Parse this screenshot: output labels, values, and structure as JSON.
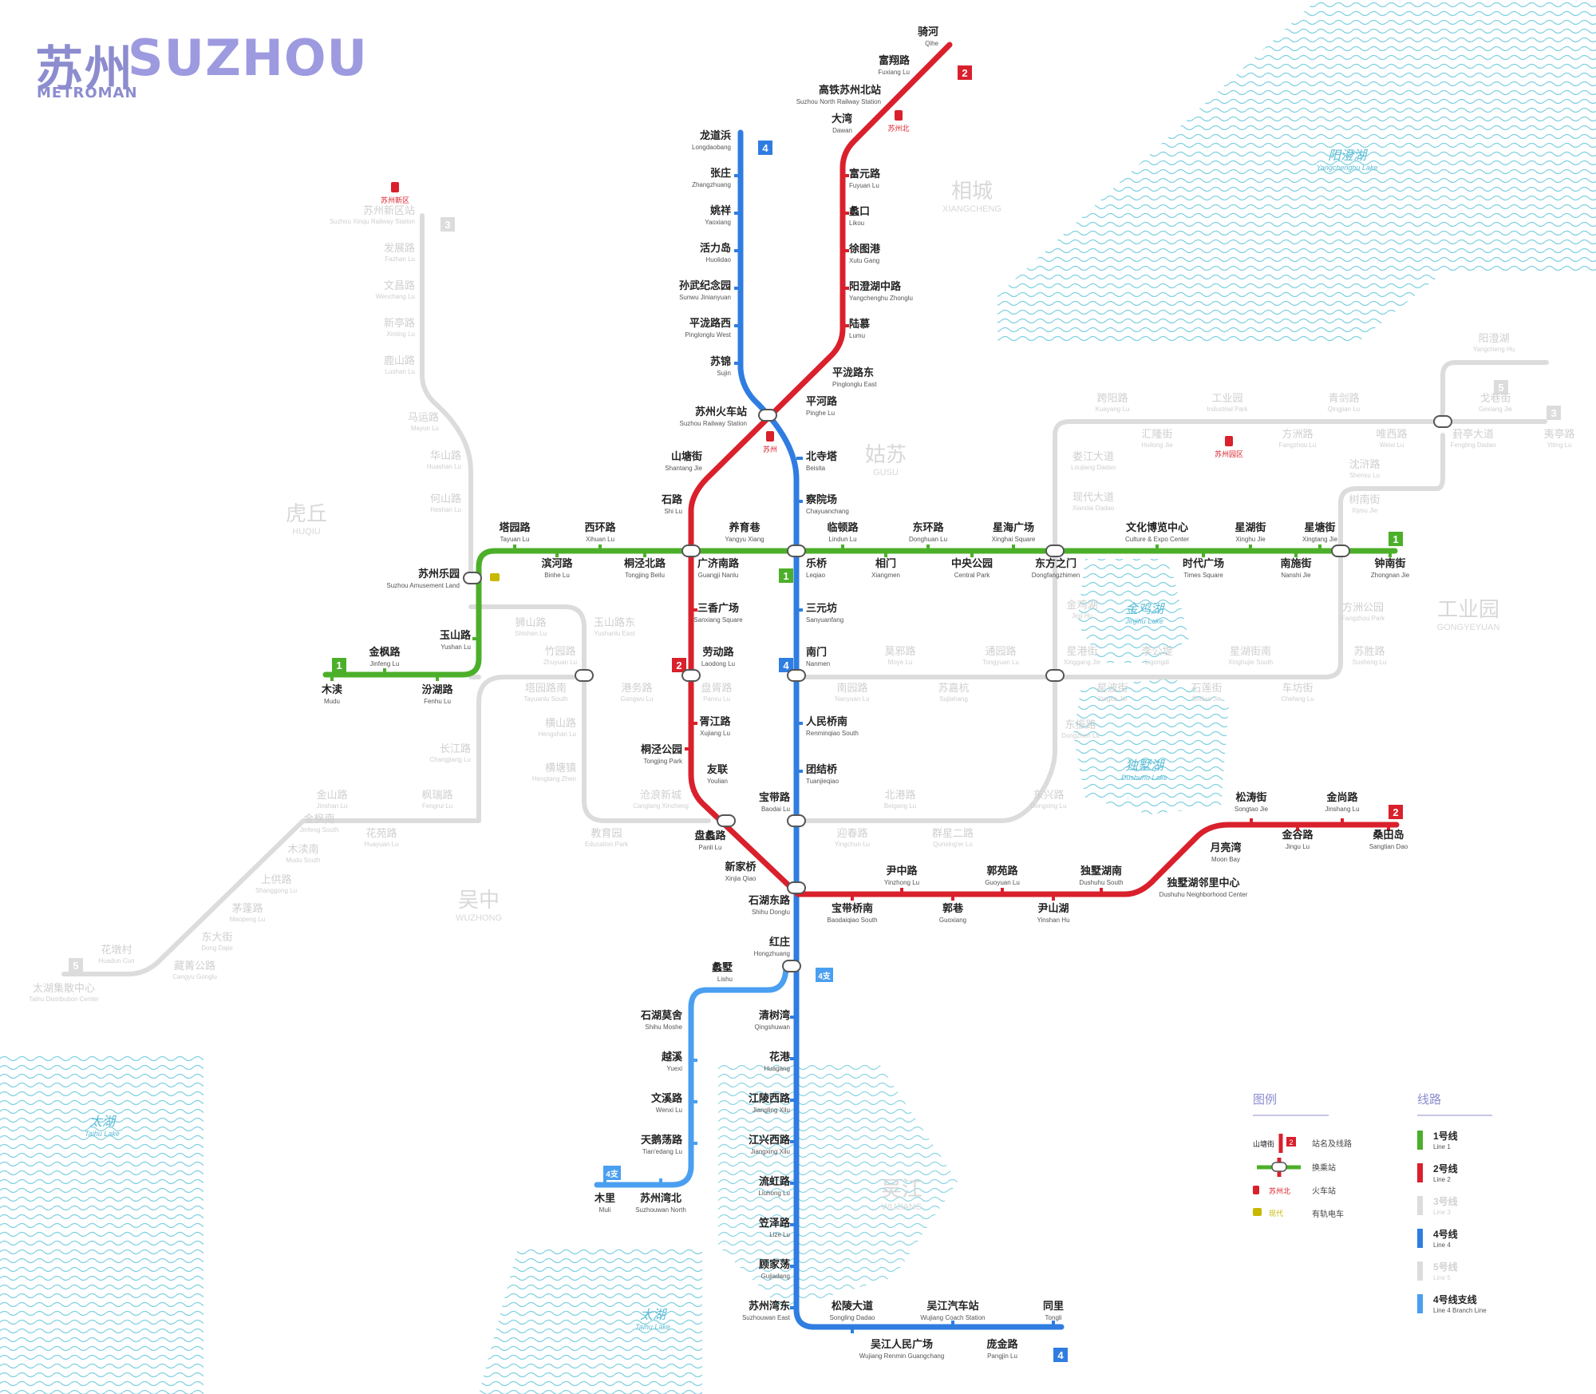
{
  "header": {
    "title_cn": "苏州",
    "title_en": "SUZHOU",
    "subtitle": "METROMAN"
  },
  "colors": {
    "line1": "#4caf2a",
    "line2": "#d9202c",
    "line3": "#dcdcdc",
    "line4": "#2f7de1",
    "line4b": "#4a9ff0",
    "line5": "#dcdcdc",
    "water": "#7fd0e0",
    "district": "#d8d8d8",
    "legend_title": "#8c8ccf"
  },
  "lines": [
    {
      "id": "1",
      "color": "#4caf2a",
      "badges": [
        "1",
        "1",
        "1"
      ]
    },
    {
      "id": "2",
      "color": "#d9202c",
      "badges": [
        "2",
        "2",
        "2"
      ]
    },
    {
      "id": "3",
      "color": "#dcdcdc",
      "badges": [
        "3",
        "3"
      ]
    },
    {
      "id": "4",
      "color": "#2f7de1",
      "badges": [
        "4",
        "4",
        "4"
      ]
    },
    {
      "id": "4支",
      "color": "#4a9ff0",
      "badges": [
        "4支",
        "4支"
      ]
    },
    {
      "id": "5",
      "color": "#dcdcdc",
      "badges": [
        "5",
        "5"
      ]
    }
  ],
  "stations": [
    {
      "cn": "骑河",
      "en": "Qihe"
    },
    {
      "cn": "富翔路",
      "en": "Fuxiang Lu"
    },
    {
      "cn": "高铁苏州北站",
      "en": "Suzhou North Railway Station"
    },
    {
      "cn": "大湾",
      "en": "Dawan"
    },
    {
      "cn": "富元路",
      "en": "Fuyuan Lu"
    },
    {
      "cn": "蠡口",
      "en": "Likou"
    },
    {
      "cn": "徐图港",
      "en": "Xutu Gang"
    },
    {
      "cn": "阳澄湖中路",
      "en": "Yangchenghu Zhonglu"
    },
    {
      "cn": "陆慕",
      "en": "Lumu"
    },
    {
      "cn": "平泷路东",
      "en": "Pinglonglu East"
    },
    {
      "cn": "平河路",
      "en": "Pinghe Lu"
    },
    {
      "cn": "龙道浜",
      "en": "Longdaobang"
    },
    {
      "cn": "张庄",
      "en": "Zhangzhuang"
    },
    {
      "cn": "姚祥",
      "en": "Yaoxiang"
    },
    {
      "cn": "活力岛",
      "en": "Huolidao"
    },
    {
      "cn": "孙武纪念园",
      "en": "Sunwu Jinianyuan"
    },
    {
      "cn": "平泷路西",
      "en": "Pinglonglu West"
    },
    {
      "cn": "苏锦",
      "en": "Sujin"
    },
    {
      "cn": "苏州火车站",
      "en": "Suzhou Railway Station"
    },
    {
      "cn": "北寺塔",
      "en": "Beisita"
    },
    {
      "cn": "察院场",
      "en": "Chayuanchang"
    },
    {
      "cn": "山塘街",
      "en": "Shantang Jie"
    },
    {
      "cn": "石路",
      "en": "Shi Lu"
    },
    {
      "cn": "塔园路",
      "en": "Tayuan Lu"
    },
    {
      "cn": "西环路",
      "en": "Xihuan Lu"
    },
    {
      "cn": "养育巷",
      "en": "Yangyu Xiang"
    },
    {
      "cn": "临顿路",
      "en": "Lindun Lu"
    },
    {
      "cn": "东环路",
      "en": "Donghuan Lu"
    },
    {
      "cn": "星海广场",
      "en": "Xinghai Square"
    },
    {
      "cn": "文化博览中心",
      "en": "Culture & Expo Center"
    },
    {
      "cn": "星湖街",
      "en": "Xinghu Jie"
    },
    {
      "cn": "星塘街",
      "en": "Xingtang Jie"
    },
    {
      "cn": "苏州乐园",
      "en": "Suzhou Amusement Land"
    },
    {
      "cn": "滨河路",
      "en": "Binhe Lu"
    },
    {
      "cn": "桐泾北路",
      "en": "Tongjing Beilu"
    },
    {
      "cn": "广济南路",
      "en": "Guangji Nanlu"
    },
    {
      "cn": "乐桥",
      "en": "Leqiao"
    },
    {
      "cn": "相门",
      "en": "Xiangmen"
    },
    {
      "cn": "中央公园",
      "en": "Central Park"
    },
    {
      "cn": "东方之门",
      "en": "Dongfangzhimen"
    },
    {
      "cn": "时代广场",
      "en": "Times Square"
    },
    {
      "cn": "南施街",
      "en": "Nanshi Jie"
    },
    {
      "cn": "钟南街",
      "en": "Zhongnan Jie"
    },
    {
      "cn": "玉山路",
      "en": "Yushan Lu"
    },
    {
      "cn": "金枫路",
      "en": "Jinfeng Lu"
    },
    {
      "cn": "木渎",
      "en": "Mudu"
    },
    {
      "cn": "汾湖路",
      "en": "Fenhu Lu"
    },
    {
      "cn": "三香广场",
      "en": "Sanxiang Square"
    },
    {
      "cn": "三元坊",
      "en": "Sanyuanfang"
    },
    {
      "cn": "劳动路",
      "en": "Laodong Lu"
    },
    {
      "cn": "南门",
      "en": "Nanmen"
    },
    {
      "cn": "胥江路",
      "en": "Xujiang Lu"
    },
    {
      "cn": "人民桥南",
      "en": "Renminqiao South"
    },
    {
      "cn": "桐泾公园",
      "en": "Tongjing Park"
    },
    {
      "cn": "友联",
      "en": "Youlian"
    },
    {
      "cn": "团结桥",
      "en": "Tuanjieqiao"
    },
    {
      "cn": "宝带路",
      "en": "Baodai Lu"
    },
    {
      "cn": "盘蠡路",
      "en": "Panli Lu"
    },
    {
      "cn": "新家桥",
      "en": "Xinjia Qiao"
    },
    {
      "cn": "石湖东路",
      "en": "Shihu Donglu"
    },
    {
      "cn": "尹中路",
      "en": "Yinzhong Lu"
    },
    {
      "cn": "郭苑路",
      "en": "Guoyuan Lu"
    },
    {
      "cn": "独墅湖南",
      "en": "Dushuhu South"
    },
    {
      "cn": "宝带桥南",
      "en": "Baodaiqiao South"
    },
    {
      "cn": "郭巷",
      "en": "Guoxiang"
    },
    {
      "cn": "尹山湖",
      "en": "Yinshan Hu"
    },
    {
      "cn": "独墅湖邻里中心",
      "en": "Dushuhu Neighborhood Center"
    },
    {
      "cn": "月亮湾",
      "en": "Moon Bay"
    },
    {
      "cn": "松涛街",
      "en": "Songtao Jie"
    },
    {
      "cn": "金谷路",
      "en": "Jingu Lu"
    },
    {
      "cn": "金尚路",
      "en": "Jinshang Lu"
    },
    {
      "cn": "桑田岛",
      "en": "Sangtian Dao"
    },
    {
      "cn": "红庄",
      "en": "Hongzhuang"
    },
    {
      "cn": "蠡墅",
      "en": "Lishu"
    },
    {
      "cn": "清树湾",
      "en": "Qingshuwan"
    },
    {
      "cn": "石湖莫舍",
      "en": "Shihu Moshe"
    },
    {
      "cn": "花港",
      "en": "Huagang"
    },
    {
      "cn": "越溪",
      "en": "Yuexi"
    },
    {
      "cn": "江陵西路",
      "en": "Jiangling Xilu"
    },
    {
      "cn": "文溪路",
      "en": "Wenxi Lu"
    },
    {
      "cn": "江兴西路",
      "en": "Jiangxing Xilu"
    },
    {
      "cn": "天鹅荡路",
      "en": "Tian'edang Lu"
    },
    {
      "cn": "流虹路",
      "en": "Liuhong Lu"
    },
    {
      "cn": "木里",
      "en": "Muli"
    },
    {
      "cn": "苏州湾北",
      "en": "Suzhouwan North"
    },
    {
      "cn": "笠泽路",
      "en": "Lize Lu"
    },
    {
      "cn": "顾家荡",
      "en": "Gujiadang"
    },
    {
      "cn": "苏州湾东",
      "en": "Suzhouwan East"
    },
    {
      "cn": "松陵大道",
      "en": "Songling Dadao"
    },
    {
      "cn": "吴江汽车站",
      "en": "Wujiang Coach Station"
    },
    {
      "cn": "同里",
      "en": "Tongli"
    },
    {
      "cn": "吴江人民广场",
      "en": "Wujiang Renmin Guangchang"
    },
    {
      "cn": "庞金路",
      "en": "Pangjin Lu"
    }
  ],
  "planned_stations": [
    {
      "cn": "苏州新区站",
      "en": "Suzhou Xinqu Railway Station"
    },
    {
      "cn": "发展路",
      "en": "Fazhan Lu"
    },
    {
      "cn": "文昌路",
      "en": "Wenchang Lu"
    },
    {
      "cn": "新亭路",
      "en": "Xinting Lu"
    },
    {
      "cn": "鹿山路",
      "en": "Lushan Lu"
    },
    {
      "cn": "马运路",
      "en": "Mayun Lu"
    },
    {
      "cn": "华山路",
      "en": "Huashan Lu"
    },
    {
      "cn": "何山路",
      "en": "Heshan Lu"
    },
    {
      "cn": "狮山路",
      "en": "Shishan Lu"
    },
    {
      "cn": "玉山路东",
      "en": "Yushanlu East"
    },
    {
      "cn": "竹园路",
      "en": "Zhuyuan Lu"
    },
    {
      "cn": "塔园路南",
      "en": "Tayuanlu South"
    },
    {
      "cn": "港务路",
      "en": "Gangwu Lu"
    },
    {
      "cn": "盘胥路",
      "en": "Panxu Lu"
    },
    {
      "cn": "南园路",
      "en": "Nanyuan Lu"
    },
    {
      "cn": "苏嘉杭",
      "en": "Sujiahang"
    },
    {
      "cn": "莫邪路",
      "en": "Moye Lu"
    },
    {
      "cn": "通园路",
      "en": "Tongyuan Lu"
    },
    {
      "cn": "横山路",
      "en": "Hengshan Lu"
    },
    {
      "cn": "横塘镇",
      "en": "Hengtang Zhen"
    },
    {
      "cn": "长江路",
      "en": "Changjiang Lu"
    },
    {
      "cn": "沧浪新城",
      "en": "Canglang Xincheng"
    },
    {
      "cn": "教育园",
      "en": "Education Park"
    },
    {
      "cn": "北港路",
      "en": "Beigang Lu"
    },
    {
      "cn": "迎春路",
      "en": "Yingchun Lu"
    },
    {
      "cn": "群星二路",
      "en": "Qunxing'er Lu"
    },
    {
      "cn": "东兴路",
      "en": "Dongxing Lu"
    },
    {
      "cn": "东振路",
      "en": "Dongzhen Lu"
    },
    {
      "cn": "金枫南",
      "en": "Jinfeng South"
    },
    {
      "cn": "枫瑞路",
      "en": "Fengrui Lu"
    },
    {
      "cn": "金山路",
      "en": "Jinshan Lu"
    },
    {
      "cn": "花苑路",
      "en": "Huayuan Lu"
    },
    {
      "cn": "木渎南",
      "en": "Mudu South"
    },
    {
      "cn": "上供路",
      "en": "Shanggong Lu"
    },
    {
      "cn": "茅蓬路",
      "en": "Maopeng Lu"
    },
    {
      "cn": "东大街",
      "en": "Dong Dajie"
    },
    {
      "cn": "藏菁公路",
      "en": "Cangyu Gonglu"
    },
    {
      "cn": "花墩村",
      "en": "Huadun Cun"
    },
    {
      "cn": "太湖集散中心",
      "en": "Taihu Distribution Center"
    },
    {
      "cn": "娄江大道",
      "en": "Loujiang Dadao"
    },
    {
      "cn": "现代大道",
      "en": "Xiandai Dadao"
    },
    {
      "cn": "金鸡湖",
      "en": "Jinji Hu"
    },
    {
      "cn": "星港街",
      "en": "Xinggang Jie"
    },
    {
      "cn": "李公堤",
      "en": "Ligongdi"
    },
    {
      "cn": "星湖街南",
      "en": "Xinghujie South"
    },
    {
      "cn": "星波街",
      "en": "Xingbo Jie"
    },
    {
      "cn": "石莲街",
      "en": "Shilian Jie"
    },
    {
      "cn": "车坊街",
      "en": "Chefang Lu"
    },
    {
      "cn": "跨阳路",
      "en": "Kuayang Lu"
    },
    {
      "cn": "工业园",
      "en": "Industrial Park"
    },
    {
      "cn": "青剑路",
      "en": "Qingjian Lu"
    },
    {
      "cn": "汇隆街",
      "en": "Huilong Jie"
    },
    {
      "cn": "方洲路",
      "en": "Fangzhou Lu"
    },
    {
      "cn": "唯西路",
      "en": "Weixi Lu"
    },
    {
      "cn": "沈浒路",
      "en": "Shenxu Lu"
    },
    {
      "cn": "树南街",
      "en": "Xiyou Jie"
    },
    {
      "cn": "方洲公园",
      "en": "Fangzhou Park"
    },
    {
      "cn": "苏胜路",
      "en": "Susheng Lu"
    },
    {
      "cn": "阳澄湖",
      "en": "Yangcheng Hu"
    },
    {
      "cn": "戈巷街",
      "en": "Gexiang Jie"
    },
    {
      "cn": "葑亭大道",
      "en": "Fengting Dadao"
    },
    {
      "cn": "夷亭路",
      "en": "Yiting Lu"
    }
  ],
  "rail": [
    {
      "label": "苏州北"
    },
    {
      "label": "苏州"
    },
    {
      "label": "苏州新区"
    },
    {
      "label": "苏州园区"
    }
  ],
  "tram": {
    "label": "有轨电车"
  },
  "districts": [
    {
      "cn": "相城",
      "en": "XIANGCHENG"
    },
    {
      "cn": "姑苏",
      "en": "GUSU"
    },
    {
      "cn": "虎丘",
      "en": "HUQIU"
    },
    {
      "cn": "吴中",
      "en": "WUZHONG"
    },
    {
      "cn": "工业园",
      "en": "GONGYEYUAN"
    },
    {
      "cn": "吴江",
      "en": "WUJIANG"
    }
  ],
  "lakes": [
    {
      "cn": "阳澄湖",
      "en": "Yangchenghu Lake"
    },
    {
      "cn": "金鸡湖",
      "en": "Jinjihu Lake"
    },
    {
      "cn": "独墅湖",
      "en": "Dushuhu Lake"
    },
    {
      "cn": "太湖",
      "en": "Taihu Lake"
    },
    {
      "cn": "太湖",
      "en": "Taihu Lake"
    }
  ],
  "legend": {
    "title": "图例",
    "items": [
      {
        "sample": "山塘街",
        "badge": "2",
        "text": "站名及线路"
      },
      {
        "text": "换乘站"
      },
      {
        "sample": "苏州北",
        "text": "火车站"
      },
      {
        "sample": "现代",
        "text": "有轨电车"
      }
    ]
  },
  "line_legend": {
    "title": "线路",
    "items": [
      {
        "cn": "1号线",
        "en": "Line 1",
        "color": "#4caf2a"
      },
      {
        "cn": "2号线",
        "en": "Line 2",
        "color": "#d9202c"
      },
      {
        "cn": "3号线",
        "en": "Line 3",
        "color": "#dcdcdc"
      },
      {
        "cn": "4号线",
        "en": "Line 4",
        "color": "#2f7de1"
      },
      {
        "cn": "5号线",
        "en": "Line 5",
        "color": "#dcdcdc"
      },
      {
        "cn": "4号线支线",
        "en": "Line 4 Branch Line",
        "color": "#4a9ff0"
      }
    ]
  }
}
